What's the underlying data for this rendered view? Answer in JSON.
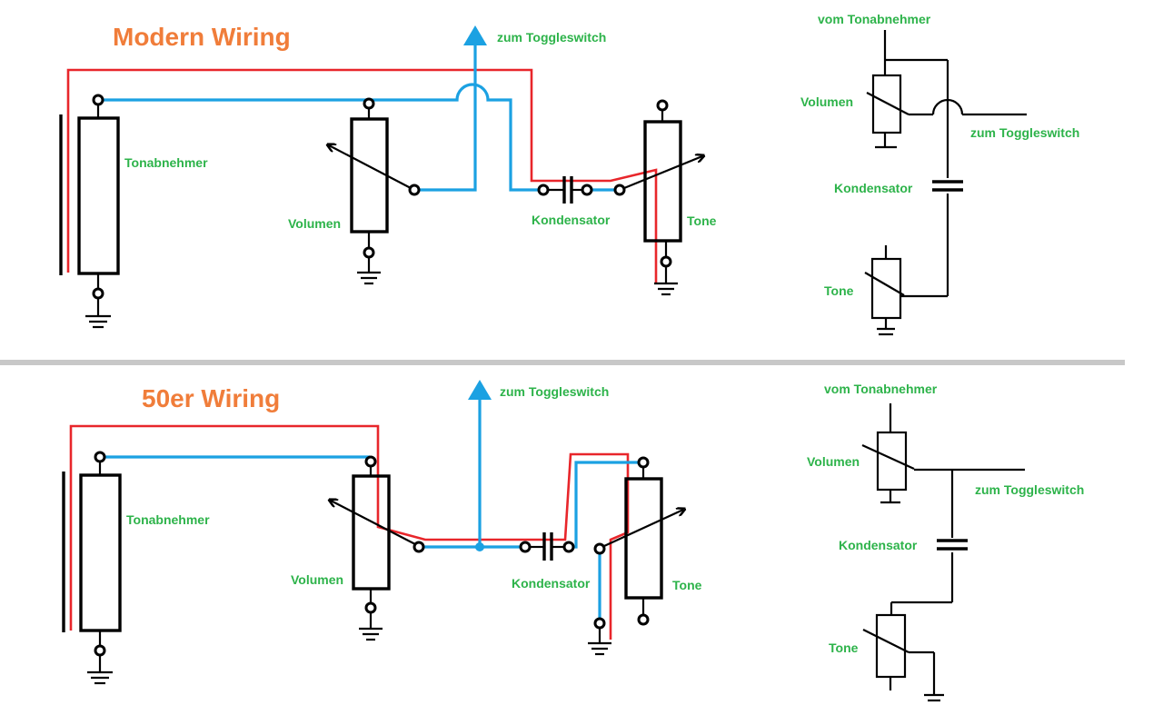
{
  "sections": [
    {
      "title": "Modern Wiring",
      "labels": {
        "pickup": "Tonabnehmer",
        "volume": "Volumen",
        "capacitor": "Kondensator",
        "tone": "Tone",
        "toggle": "zum Toggleswitch"
      },
      "schematic": {
        "from_pickup": "vom Tonabnehmer",
        "volume": "Volumen",
        "toggle": "zum Toggleswitch",
        "capacitor": "Kondensator",
        "tone": "Tone"
      }
    },
    {
      "title": "50er Wiring",
      "labels": {
        "pickup": "Tonabnehmer",
        "volume": "Volumen",
        "capacitor": "Kondensator",
        "tone": "Tone",
        "toggle": "zum Toggleswitch"
      },
      "schematic": {
        "from_pickup": "vom Tonabnehmer",
        "volume": "Volumen",
        "toggle": "zum Toggleswitch",
        "capacitor": "Kondensator",
        "tone": "Tone"
      }
    }
  ],
  "colors": {
    "title": "#f07d3a",
    "label": "#2db34a",
    "signal_wire": "#1ba1e2",
    "ground_wire": "#e8262b",
    "component": "#000000",
    "divider": "#c8c8c8"
  }
}
